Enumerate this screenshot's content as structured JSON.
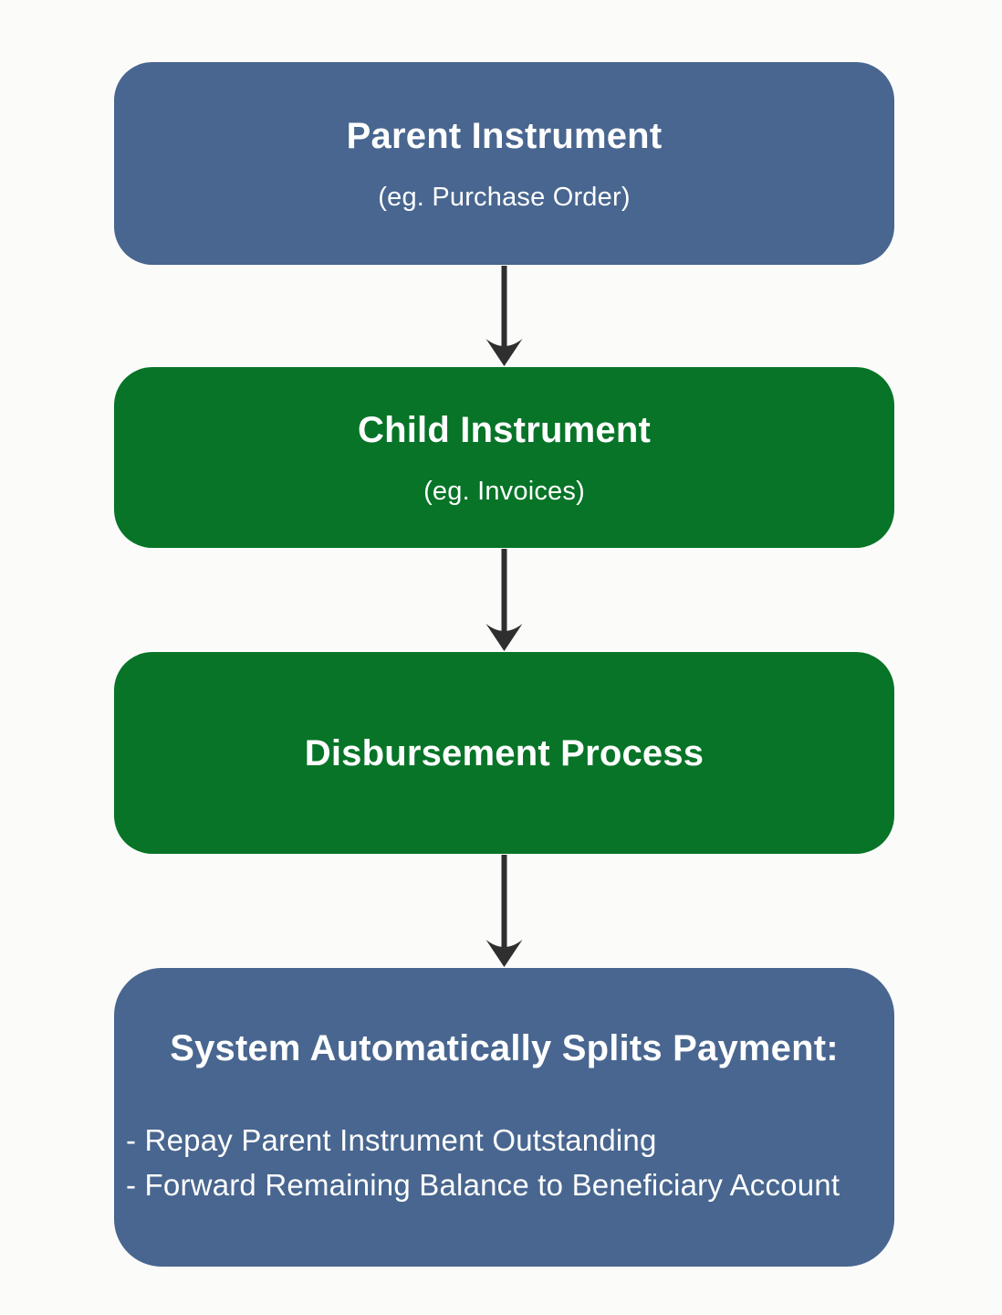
{
  "page": {
    "background": "#FBFBFA"
  },
  "colors": {
    "blue": "#48668F",
    "green": "#077427",
    "arrow": "#2F2F2F",
    "text": "#FFFFFF"
  },
  "diagram": {
    "type": "flowchart",
    "direction": "top-down",
    "nodes": [
      {
        "id": "parent-instrument",
        "title": "Parent Instrument",
        "subtitle": "(eg. Purchase Order)",
        "fill": "blue"
      },
      {
        "id": "child-instrument",
        "title": "Child Instrument",
        "subtitle": "(eg. Invoices)",
        "fill": "green"
      },
      {
        "id": "disbursement-process",
        "title": "Disbursement Process",
        "fill": "green"
      },
      {
        "id": "split-payment",
        "title": "System Automatically Splits Payment:",
        "bullets": [
          "- Repay Parent Instrument Outstanding",
          "- Forward Remaining Balance to Beneficiary Account"
        ],
        "fill": "blue"
      }
    ],
    "edges": [
      {
        "from": "parent-instrument",
        "to": "child-instrument"
      },
      {
        "from": "child-instrument",
        "to": "disbursement-process"
      },
      {
        "from": "disbursement-process",
        "to": "split-payment"
      }
    ]
  }
}
